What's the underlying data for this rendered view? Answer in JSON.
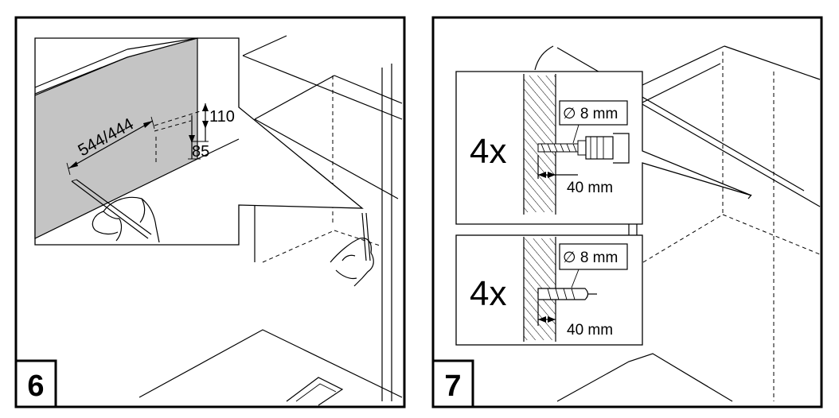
{
  "panel6": {
    "step": "6",
    "dimension_width": "544/444",
    "dimension_top": "110",
    "dimension_bottom": "85"
  },
  "panel7": {
    "step": "7",
    "drill": {
      "quantity": "4x",
      "diameter": "∅ 8 mm",
      "depth": "40 mm"
    },
    "plug": {
      "quantity": "4x",
      "diameter": "∅ 8 mm",
      "depth": "40 mm"
    }
  }
}
